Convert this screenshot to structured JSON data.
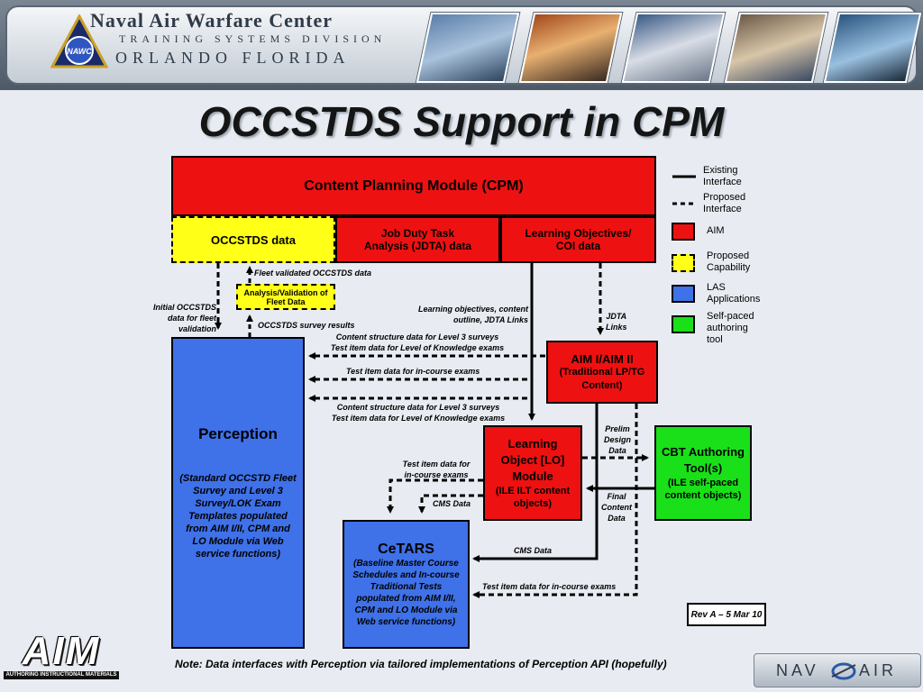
{
  "header": {
    "line1": "Naval Air Warfare Center",
    "line2": "TRAINING SYSTEMS DIVISION",
    "line3": "ORLANDO FLORIDA",
    "logo_text": "NAWC"
  },
  "title": "OCCSTDS Support in CPM",
  "boxes": {
    "cpm": "Content Planning Module (CPM)",
    "occstds": "OCCSTDS data",
    "jdta_l1": "Job Duty Task",
    "jdta_l2": "Analysis (JDTA) data",
    "lo_l1": "Learning Objectives/",
    "lo_l2": "COI data",
    "analysis_l1": "Analysis/Validation of",
    "analysis_l2": "Fleet Data",
    "perception_title": "Perception",
    "perception_desc": "(Standard OCCSTD Fleet Survey and Level 3 Survey/LOK Exam Templates populated from AIM I/II, CPM and LO  Module via Web service functions)",
    "aim_title": "AIM I/AIM II",
    "aim_desc": "(Traditional LP/TG Content)",
    "lom_title": "Learning Object [LO] Module",
    "lom_desc": "(ILE ILT content objects)",
    "cbt_title": "CBT Authoring Tool(s)",
    "cbt_desc": "(ILE self-paced content objects)",
    "cetars_title": "CeTARS",
    "cetars_desc": "(Baseline Master Course Schedules and In-course Traditional Tests populated from AIM I/II, CPM and LO Module via Web service functions)"
  },
  "labels": {
    "fleet_validated": "Fleet validated OCCSTDS data",
    "initial_l1": "Initial OCCSTDS",
    "initial_l2": "data for fleet",
    "initial_l3": "validation",
    "survey_results": "OCCSTDS survey results",
    "lo_content_l1": "Learning objectives, content",
    "lo_content_l2": "outline, JDTA Links",
    "jdta_links_l1": "JDTA",
    "jdta_links_l2": "Links",
    "csd1_l1": "Content structure data for Level 3 surveys",
    "csd1_l2": "Test item data for Level of Knowledge exams",
    "test_item_incourse": "Test item data for in-course exams",
    "csd2_l1": "Content structure data for Level 3 surveys",
    "csd2_l2": "Test item data for Level of Knowledge exams",
    "prelim_l1": "Prelim",
    "prelim_l2": "Design",
    "prelim_l3": "Data",
    "final_l1": "Final",
    "final_l2": "Content",
    "final_l3": "Data",
    "ti_incourse2_l1": "Test item data for",
    "ti_incourse2_l2": "in-course exams",
    "cms_data_1": "CMS Data",
    "cms_data_2": "CMS Data",
    "ti_incourse3": "Test item data for in-course exams"
  },
  "legend": {
    "existing_l1": "Existing",
    "existing_l2": "Interface",
    "proposed_l1": "Proposed",
    "proposed_l2": "Interface",
    "aim": "AIM",
    "proposed_cap_l1": "Proposed",
    "proposed_cap_l2": "Capability",
    "las_l1": "LAS",
    "las_l2": "Applications",
    "selfpaced_l1": "Self-paced",
    "selfpaced_l2": "authoring",
    "selfpaced_l3": "tool"
  },
  "rev": "Rev A – 5 Mar 10",
  "note": "Note:  Data interfaces with Perception via tailored implementations of Perception API (hopefully)",
  "footer": {
    "aim_logo": "AIM",
    "aim_logo_sub": "AUTHORING INSTRUCTIONAL MATERIALS",
    "navair_l": "NAV",
    "navair_r": "AIR"
  },
  "colors": {
    "aim_red": "#ee1111",
    "proposed_yellow": "#ffff18",
    "las_blue": "#3f71e8",
    "selfpaced_green": "#19e019"
  }
}
